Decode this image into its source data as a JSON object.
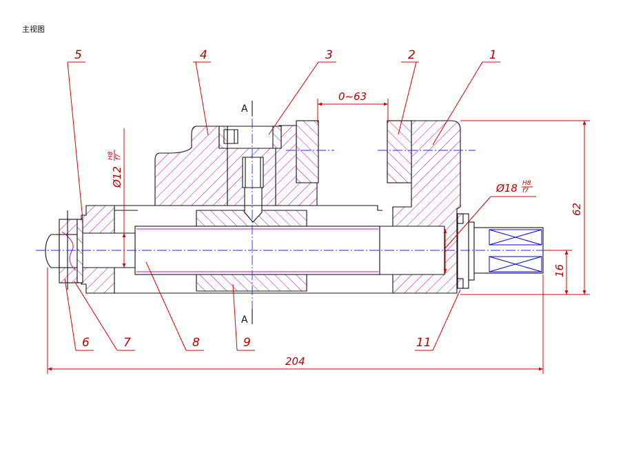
{
  "page": {
    "title": "主视图"
  },
  "section_mark": {
    "label": "A"
  },
  "parts": [
    {
      "label": "1"
    },
    {
      "label": "2"
    },
    {
      "label": "3"
    },
    {
      "label": "4"
    },
    {
      "label": "5"
    },
    {
      "label": "6"
    },
    {
      "label": "7"
    },
    {
      "label": "8"
    },
    {
      "label": "9"
    },
    {
      "label": "11"
    }
  ],
  "dimensions": {
    "jaw_opening": "0~63",
    "overall_length": "204",
    "overall_height": "62",
    "shaft_height": "16",
    "left_bore": {
      "diameter": "Ø12",
      "tol_upper": "H8",
      "tol_lower": "f7"
    },
    "right_bore": {
      "diameter": "Ø18",
      "tol_upper": "H8",
      "tol_lower": "f7"
    }
  },
  "colors": {
    "leader": "#d60000",
    "outline": "#111111",
    "hatch": "#c800c8",
    "center": "#2a2adf"
  }
}
